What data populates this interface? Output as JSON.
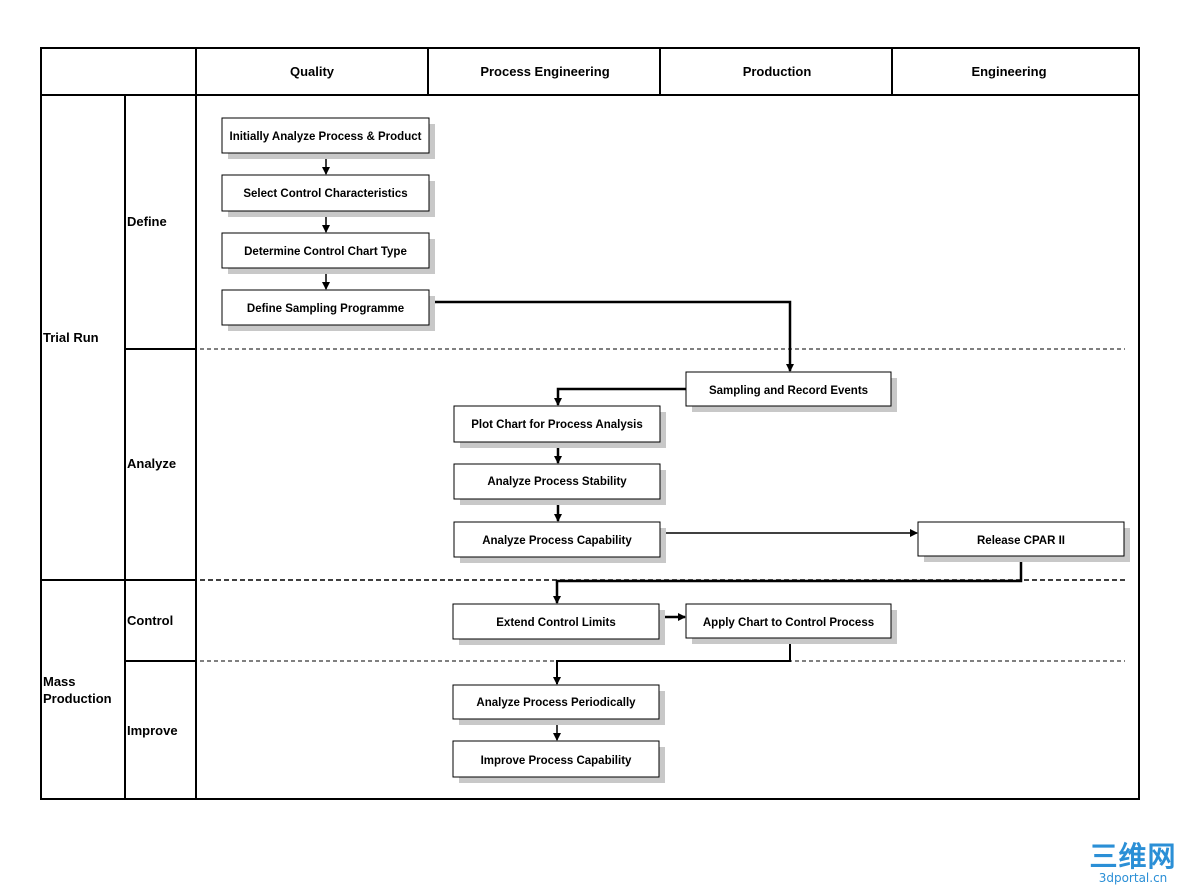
{
  "columns": {
    "quality": "Quality",
    "process_engineering": "Process Engineering",
    "production": "Production",
    "engineering": "Engineering"
  },
  "stages": {
    "trial_run": "Trial Run",
    "mass_production_line1": "Mass",
    "mass_production_line2": "Production"
  },
  "phases": {
    "define": "Define",
    "analyze": "Analyze",
    "control": "Control",
    "improve": "Improve"
  },
  "steps": {
    "initially_analyze": "Initially Analyze Process & Product",
    "select_control": "Select Control Characteristics",
    "determine_chart": "Determine Control Chart Type",
    "define_sampling": "Define Sampling Programme",
    "sampling_record": "Sampling and Record Events",
    "plot_chart": "Plot Chart for Process Analysis",
    "analyze_stability": "Analyze Process Stability",
    "analyze_capability": "Analyze Process Capability",
    "release_cpar": "Release CPAR II",
    "extend_limits": "Extend Control Limits",
    "apply_chart": "Apply Chart to Control Process",
    "analyze_periodically": "Analyze Process Periodically",
    "improve_capability": "Improve Process Capability"
  },
  "watermark": {
    "logo_text": "三维网",
    "site": "3dportal.cn"
  },
  "colors": {
    "line": "#000000",
    "box_fill": "#ffffff",
    "shadow": "#c8c8c8",
    "watermark": "#2b8fd6"
  }
}
